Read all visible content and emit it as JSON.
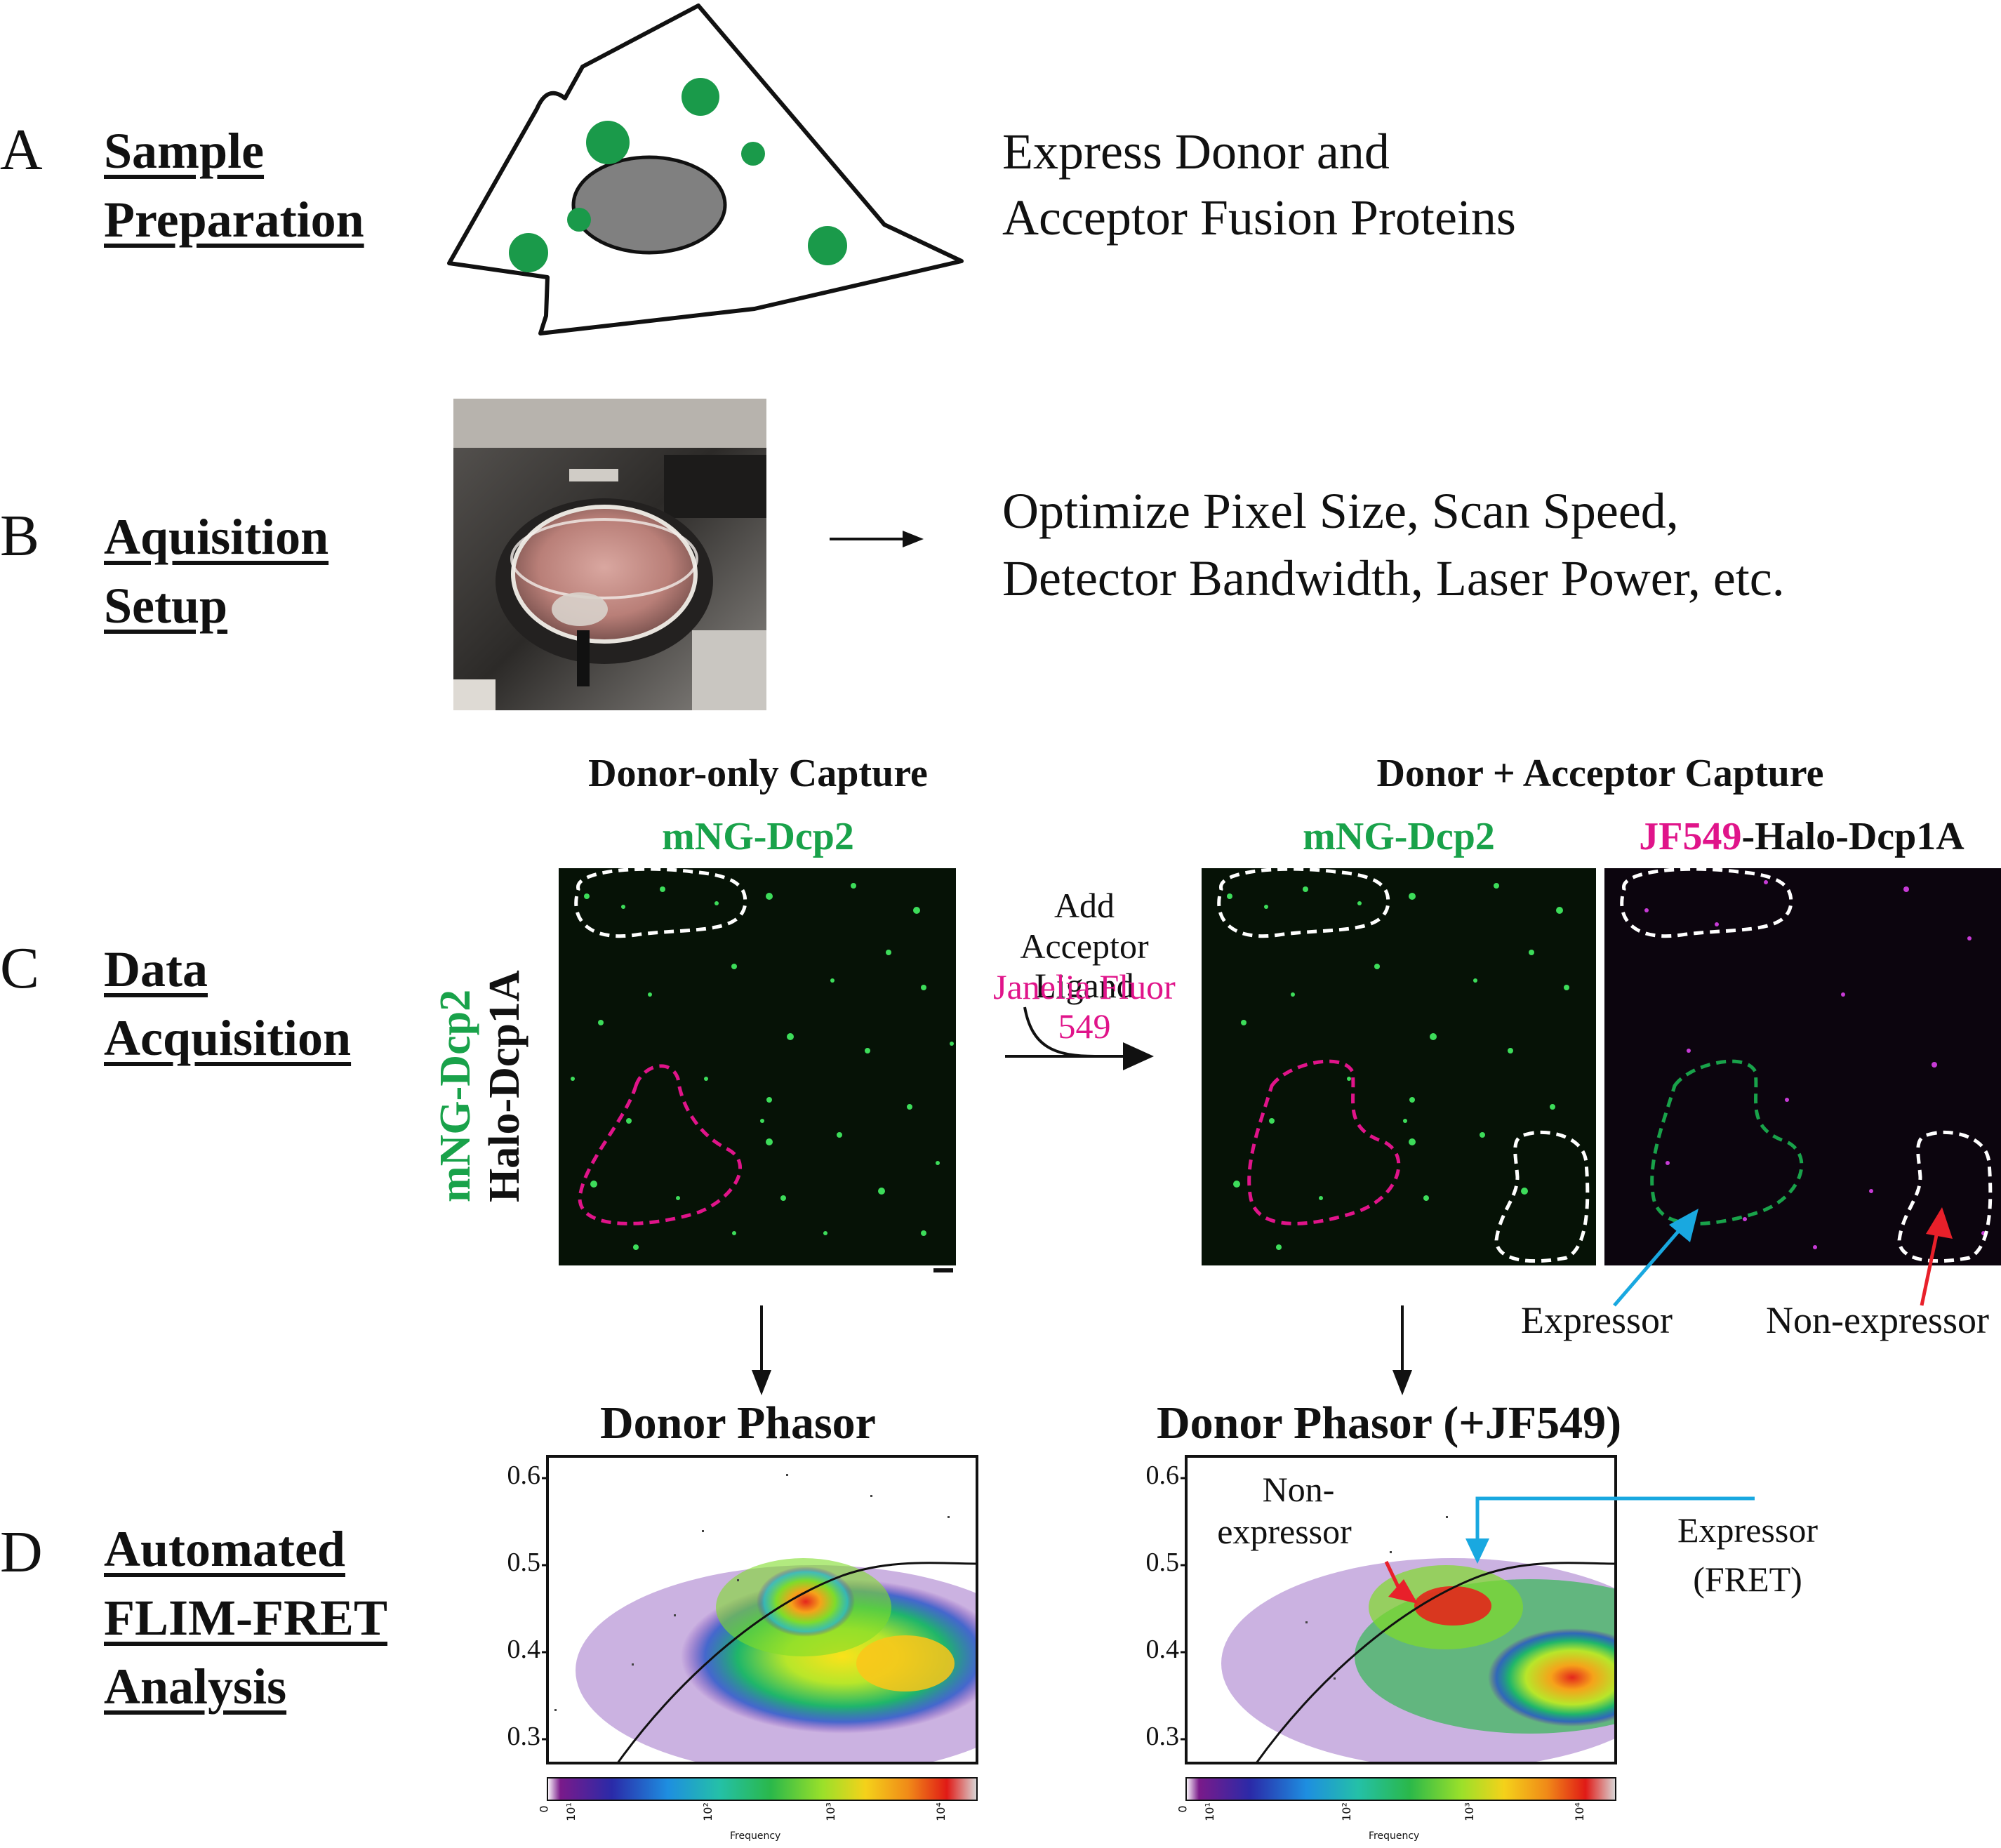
{
  "sections": [
    {
      "letter": "A",
      "title_line1": "Sample",
      "title_line2": "Preparation",
      "description_line1": "Express Donor and",
      "description_line2": "Acceptor Fusion Proteins"
    },
    {
      "letter": "B",
      "title_line1": "Aquisition",
      "title_line2": "Setup",
      "description_line1": "Optimize Pixel Size, Scan Speed,",
      "description_line2": "Detector Bandwidth, Laser Power, etc."
    },
    {
      "letter": "C",
      "title_line1": "Data",
      "title_line2": "Acquisition"
    },
    {
      "letter": "D",
      "title_line1": "Automated",
      "title_line2": "FLIM-FRET",
      "title_line3": "Analysis"
    }
  ],
  "acquisition": {
    "side_label_green": "mNG-Dcp2",
    "side_label_black": "Halo-Dcp1A",
    "donor_only_heading": "Donor-only Capture",
    "donor_acceptor_heading": "Donor + Acceptor Capture",
    "channel_mng": "mNG-Dcp2",
    "channel_jf_prefix": "JF549",
    "channel_jf_suffix": "-Halo-Dcp1A",
    "add_line1": "Add",
    "add_line2": "Acceptor Ligand",
    "add_line3": "Janelia Fluor 549",
    "expressor_label": "Expressor",
    "nonexpressor_label": "Non-expressor"
  },
  "phasor": {
    "left_title": "Donor Phasor",
    "right_title": "Donor Phasor (+JF549)",
    "y_ticks": [
      "0.6",
      "0.5",
      "0.4",
      "0.3"
    ],
    "colorbar_ticks": [
      "0",
      "10¹",
      "10²",
      "10³",
      "10⁴"
    ],
    "colorbar_label": "Frequency",
    "nonexpressor_line1": "Non-",
    "nonexpressor_line2": "expressor",
    "expressor_line1": "Expressor",
    "expressor_line2": "(FRET)"
  },
  "colors": {
    "green": "#19a24a",
    "magenta": "#e0148a",
    "cyan_arrow": "#19a8e0",
    "red_arrow": "#e8202a",
    "cell_green": "#1a9a4a",
    "nucleus": "#808080"
  }
}
